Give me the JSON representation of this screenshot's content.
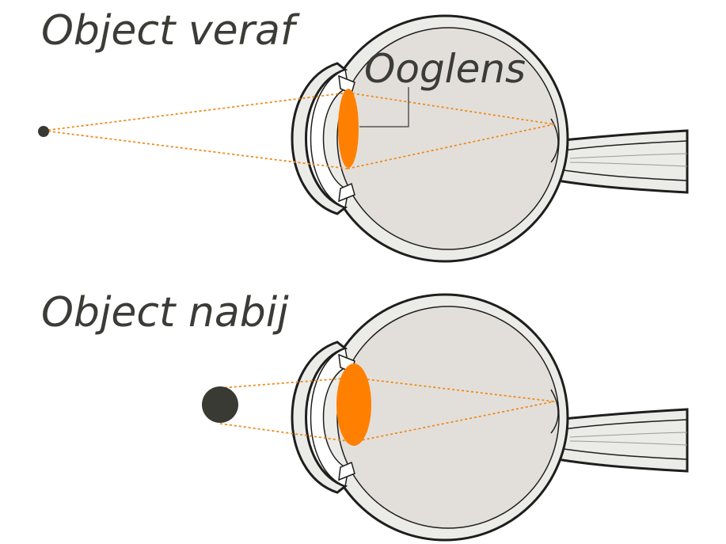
{
  "labels": {
    "far_object": "Object veraf",
    "near_object": "Object nabij",
    "lens": "Ooglens"
  },
  "colors": {
    "lens": "#ff8000",
    "light_ray": "#ef8a1c",
    "object": "#3a3a34",
    "outline": "#1e1e1e",
    "eye_interior": "#e2dfdb",
    "sclera": "#ebebe8",
    "background": "#ffffff"
  }
}
